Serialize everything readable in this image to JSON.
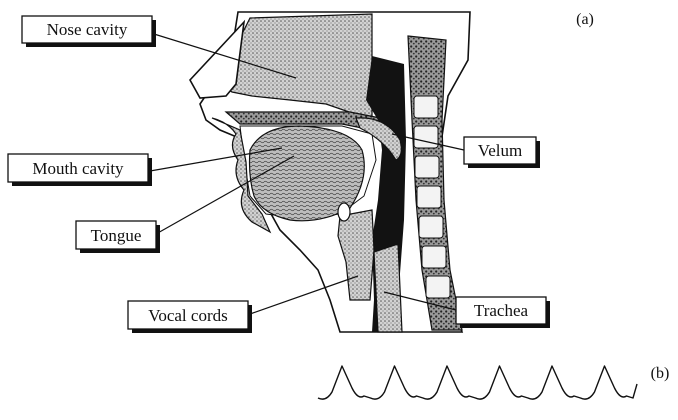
{
  "figure": {
    "panel_a_label": "(a)",
    "panel_b_label": "(b)"
  },
  "labels": {
    "nose_cavity": "Nose cavity",
    "mouth_cavity": "Mouth cavity",
    "tongue": "Tongue",
    "vocal_cords": "Vocal cords",
    "velum": "Velum",
    "trachea": "Trachea"
  },
  "colors": {
    "ink": "#111111",
    "paper": "#ffffff",
    "stipple": "#8a8a8a"
  }
}
